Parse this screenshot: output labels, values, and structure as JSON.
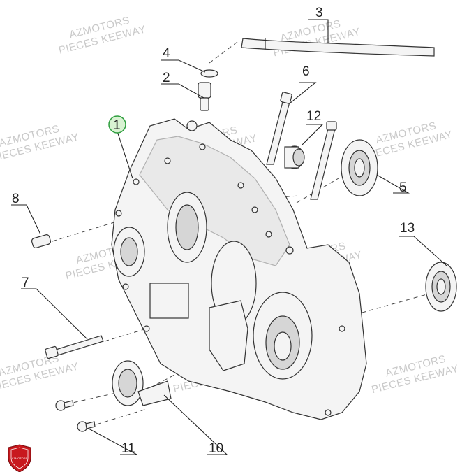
{
  "watermark": {
    "line1": "AZMOTORS",
    "line2": "PIECES KEEWAY"
  },
  "callouts": [
    "1",
    "2",
    "3",
    "4",
    "5",
    "6",
    "7",
    "8",
    "10",
    "11",
    "12",
    "13"
  ],
  "colors": {
    "highlight_circle_stroke": "#2e9e3e",
    "highlight_circle_fill": "#d8f2d2",
    "logo_red": "#c8191e"
  },
  "logo": {
    "text": "AZMOTORS"
  }
}
